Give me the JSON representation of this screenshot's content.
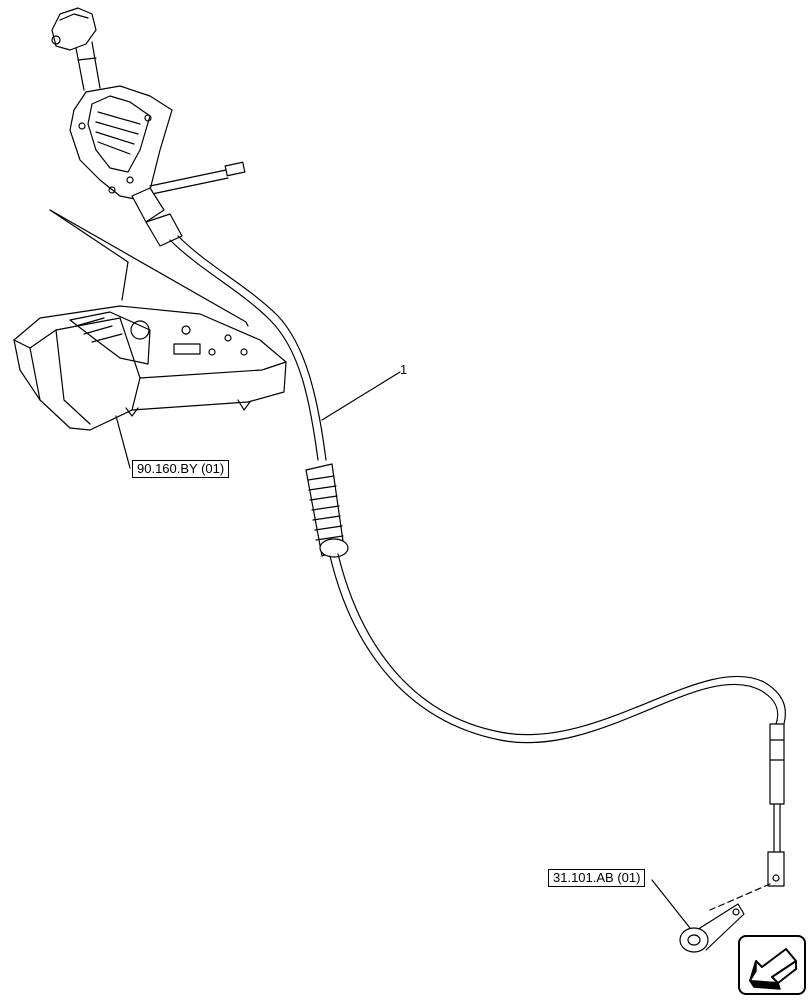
{
  "callouts": {
    "part_number": "1"
  },
  "references": {
    "console_ref": "90.160.BY (01)",
    "lever_ref": "31.101.AB (01)"
  },
  "navigation": {
    "icon": "arrow-back-icon"
  }
}
